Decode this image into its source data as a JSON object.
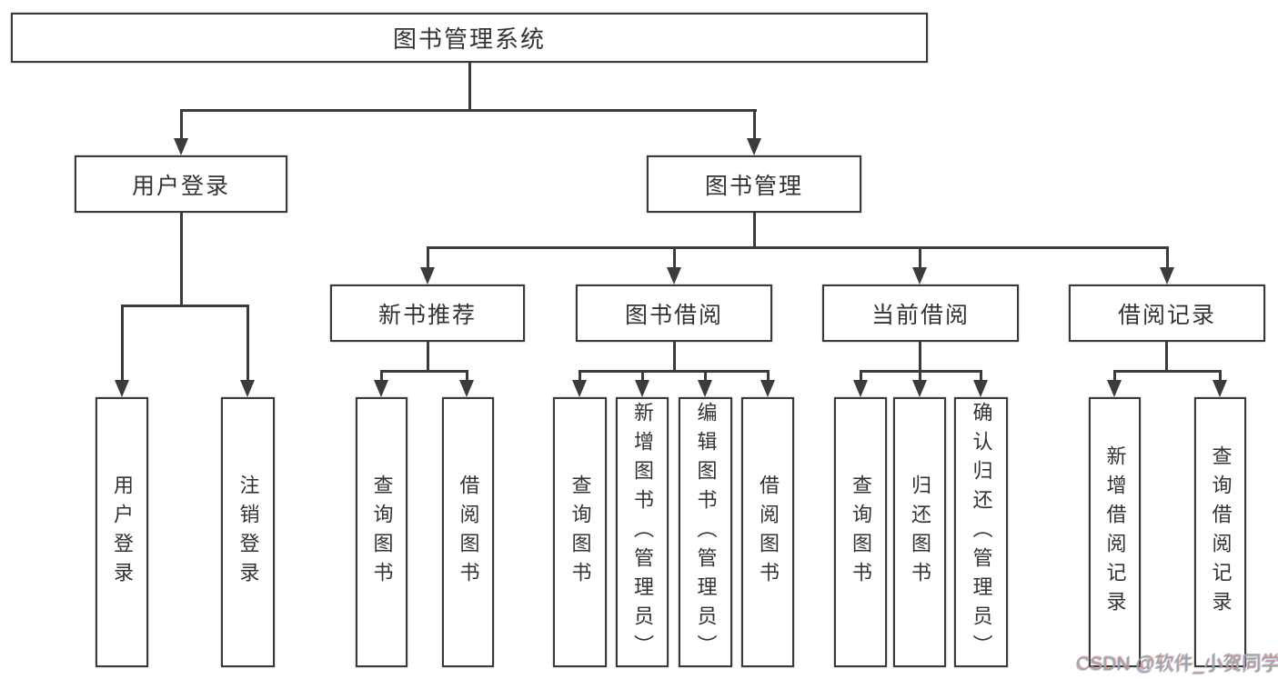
{
  "colors": {
    "background": "#ffffff",
    "line": "#3b3b3b",
    "box_border": "#3a3a3a",
    "text": "#333333",
    "watermark": "#a3a3a3"
  },
  "tree": {
    "root": {
      "label": "图书管理系统"
    },
    "children": [
      {
        "label": "用户登录",
        "children": [
          {
            "label": "用户登录"
          },
          {
            "label": "注销登录"
          }
        ]
      },
      {
        "label": "图书管理",
        "children": [
          {
            "label": "新书推荐",
            "children": [
              {
                "label": "查询图书"
              },
              {
                "label": "借阅图书"
              }
            ]
          },
          {
            "label": "图书借阅",
            "children": [
              {
                "label": "查询图书"
              },
              {
                "label": "新增图书（管理员）"
              },
              {
                "label": "编辑图书（管理员）"
              },
              {
                "label": "借阅图书"
              }
            ]
          },
          {
            "label": "当前借阅",
            "children": [
              {
                "label": "查询图书"
              },
              {
                "label": "归还图书"
              },
              {
                "label": "确认归还（管理员）"
              }
            ]
          },
          {
            "label": "借阅记录",
            "children": [
              {
                "label": "新增借阅记录"
              },
              {
                "label": "查询借阅记录"
              }
            ]
          }
        ]
      }
    ]
  },
  "watermark": {
    "text": "CSDN @软件_小贺同学"
  }
}
